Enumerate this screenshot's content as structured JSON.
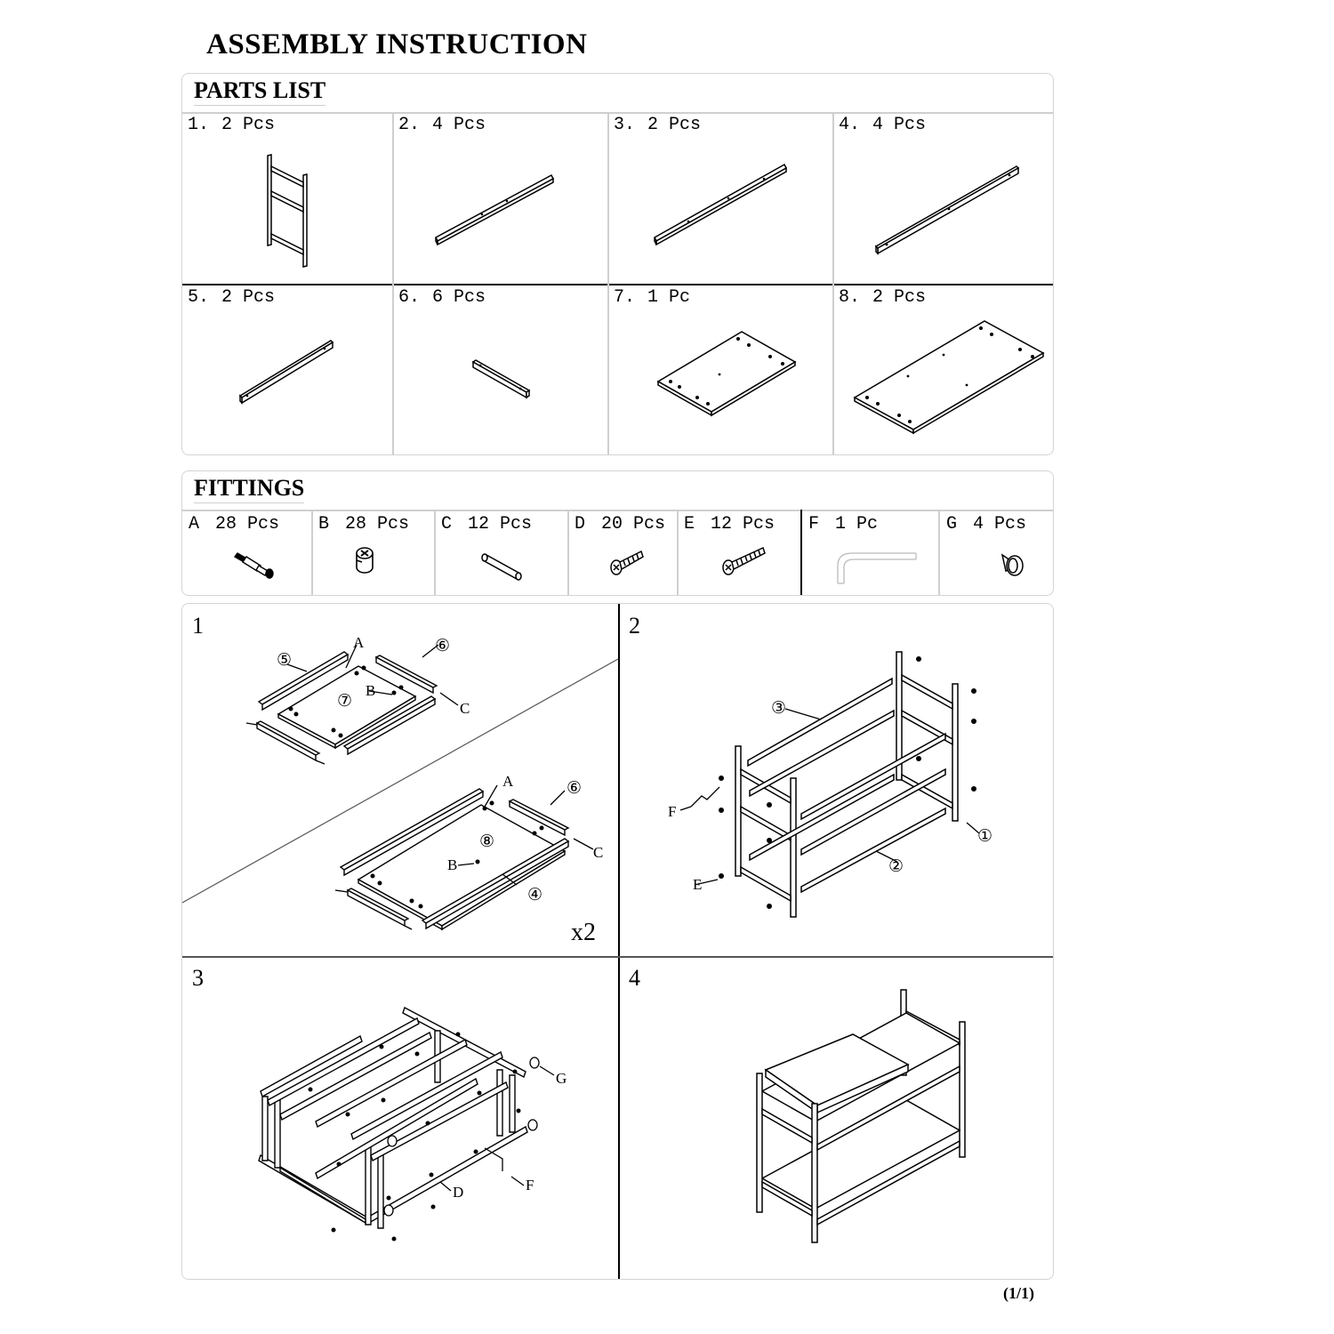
{
  "title": "ASSEMBLY  INSTRUCTION",
  "parts": {
    "heading": "PARTS LIST",
    "items": [
      {
        "num": "1.",
        "qty": "2 Pcs"
      },
      {
        "num": "2.",
        "qty": "4 Pcs"
      },
      {
        "num": "3.",
        "qty": "2 Pcs"
      },
      {
        "num": "4.",
        "qty": "4 Pcs"
      },
      {
        "num": "5.",
        "qty": "2 Pcs"
      },
      {
        "num": "6.",
        "qty": "6 Pcs"
      },
      {
        "num": "7.",
        "qty": "1 Pc"
      },
      {
        "num": "8.",
        "qty": "2 Pcs"
      }
    ]
  },
  "fittings": {
    "heading": "FITTINGS",
    "items": [
      {
        "code": "A",
        "qty": "28 Pcs"
      },
      {
        "code": "B",
        "qty": "28 Pcs"
      },
      {
        "code": "C",
        "qty": "12 Pcs"
      },
      {
        "code": "D",
        "qty": "20 Pcs"
      },
      {
        "code": "E",
        "qty": "12 Pcs"
      },
      {
        "code": "F",
        "qty": "1 Pc"
      },
      {
        "code": "G",
        "qty": "4 Pcs"
      }
    ]
  },
  "steps": [
    {
      "num": "1",
      "multiplier": "x2",
      "callouts": [
        "⑤",
        "A",
        "⑥",
        "B",
        "⑦",
        "C",
        "A",
        "⑥",
        "⑧",
        "B",
        "C",
        "④"
      ]
    },
    {
      "num": "2",
      "callouts": [
        "③",
        "F",
        "E",
        "①",
        "②"
      ]
    },
    {
      "num": "3",
      "callouts": [
        "G",
        "D",
        "F"
      ]
    },
    {
      "num": "4"
    }
  ],
  "page_number": "(1/1)"
}
